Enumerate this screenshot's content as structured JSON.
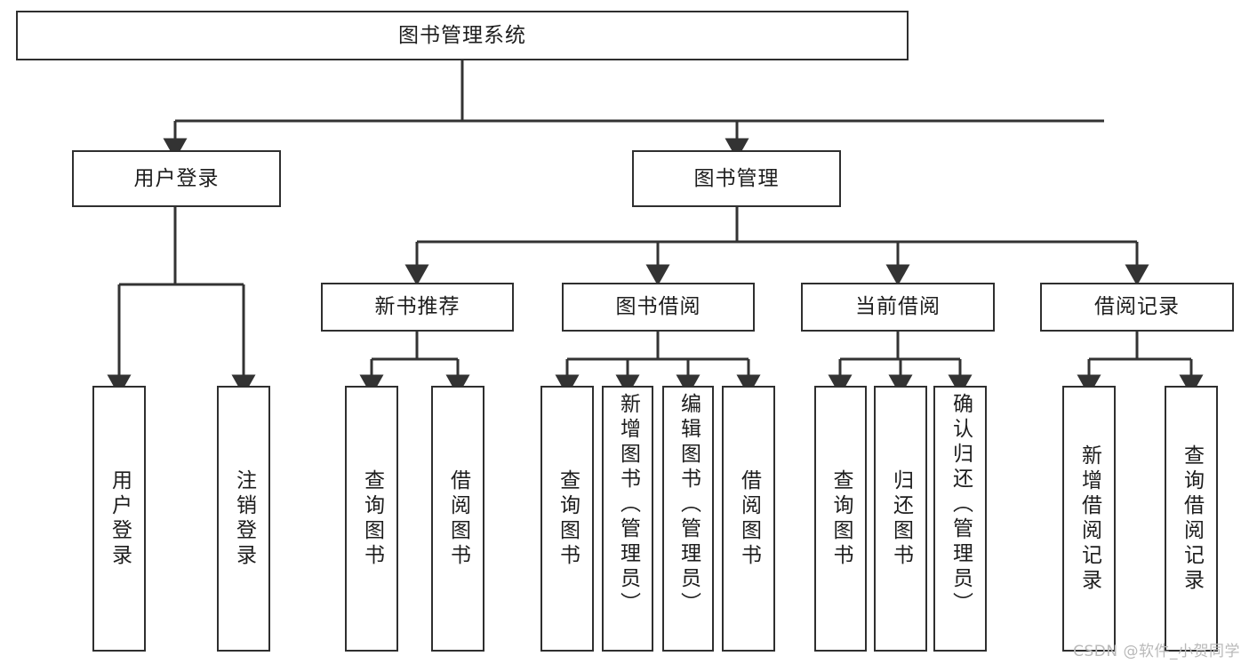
{
  "diagram": {
    "type": "tree-hierarchy-chart",
    "title": "图书管理系统",
    "watermark": "CSDN @软件_小贺同学",
    "colors": {
      "box_border": "#2f2f2f",
      "box_fill": "#ffffff",
      "connector": "#333333",
      "text": "#1d1d1d",
      "watermark": "#b9b9b9",
      "background": "#ffffff"
    },
    "levels": {
      "root": {
        "label": "图书管理系统"
      },
      "level2": [
        {
          "label": "用户登录"
        },
        {
          "label": "图书管理"
        }
      ],
      "level3": [
        {
          "label": "新书推荐"
        },
        {
          "label": "图书借阅"
        },
        {
          "label": "当前借阅"
        },
        {
          "label": "借阅记录"
        }
      ]
    },
    "nodes": {
      "root": "图书管理系统",
      "user_login": "用户登录",
      "book_manage": "图书管理",
      "new_book_rec": "新书推荐",
      "book_borrow": "图书借阅",
      "current_borrow": "当前借阅",
      "borrow_record": "借阅记录"
    },
    "leaves": {
      "user_login": [
        "用户登录",
        "注销登录"
      ],
      "new_book_rec": [
        "查询图书",
        "借阅图书"
      ],
      "book_borrow": [
        "查询图书",
        "新增图书（管理员）",
        "编辑图书（管理员）",
        "借阅图书"
      ],
      "current_borrow": [
        "查询图书",
        "归还图书",
        "确认归还（管理员）"
      ],
      "borrow_record": [
        "新增借阅记录",
        "查询借阅记录"
      ]
    }
  }
}
